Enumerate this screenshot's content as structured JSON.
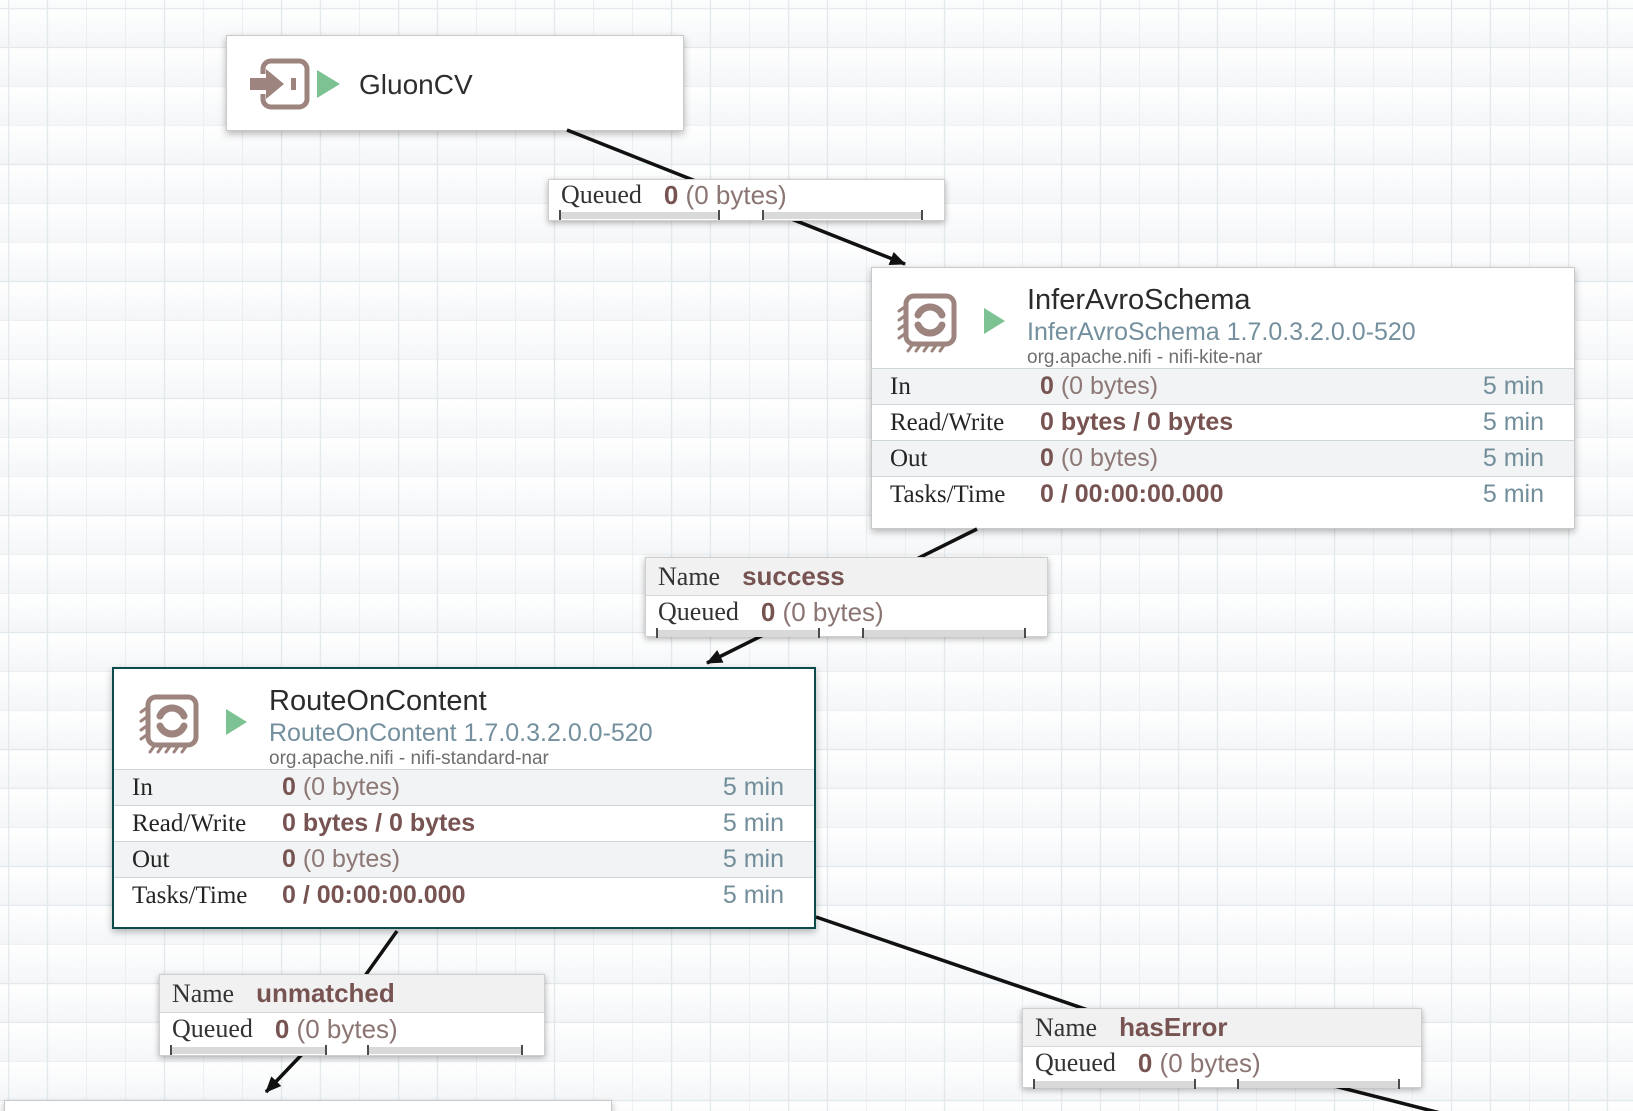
{
  "colors": {
    "selected_border": "#0b4b4c",
    "stat_value_brown": "#775351",
    "type_blue_gray": "#728e9b",
    "run_green": "#7dc293",
    "icon_brown": "#9d847e",
    "canvas_grid": "#e2e9ec"
  },
  "port": {
    "name": "GluonCV"
  },
  "processors": [
    {
      "name": "InferAvroSchema",
      "type": "InferAvroSchema 1.7.0.3.2.0.0-520",
      "bundle": "org.apache.nifi - nifi-kite-nar",
      "stats": [
        {
          "label": "In",
          "bold": "0",
          "rest": " (0 bytes)",
          "window": "5 min"
        },
        {
          "label": "Read/Write",
          "bold": "0 bytes / 0 bytes",
          "rest": "",
          "window": "5 min"
        },
        {
          "label": "Out",
          "bold": "0",
          "rest": " (0 bytes)",
          "window": "5 min"
        },
        {
          "label": "Tasks/Time",
          "bold": "0 / 00:00:00.000",
          "rest": "",
          "window": "5 min"
        }
      ]
    },
    {
      "name": "RouteOnContent",
      "type": "RouteOnContent 1.7.0.3.2.0.0-520",
      "bundle": "org.apache.nifi - nifi-standard-nar",
      "stats": [
        {
          "label": "In",
          "bold": "0",
          "rest": " (0 bytes)",
          "window": "5 min"
        },
        {
          "label": "Read/Write",
          "bold": "0 bytes / 0 bytes",
          "rest": "",
          "window": "5 min"
        },
        {
          "label": "Out",
          "bold": "0",
          "rest": " (0 bytes)",
          "window": "5 min"
        },
        {
          "label": "Tasks/Time",
          "bold": "0 / 00:00:00.000",
          "rest": "",
          "window": "5 min"
        }
      ]
    }
  ],
  "connections": [
    {
      "queued_label": "Queued",
      "count": "0",
      "size": " (0 bytes)"
    },
    {
      "name_label": "Name",
      "name": "success",
      "queued_label": "Queued",
      "count": "0",
      "size": " (0 bytes)"
    },
    {
      "name_label": "Name",
      "name": "unmatched",
      "queued_label": "Queued",
      "count": "0",
      "size": " (0 bytes)"
    },
    {
      "name_label": "Name",
      "name": "hasError",
      "queued_label": "Queued",
      "count": "0",
      "size": " (0 bytes)"
    }
  ]
}
